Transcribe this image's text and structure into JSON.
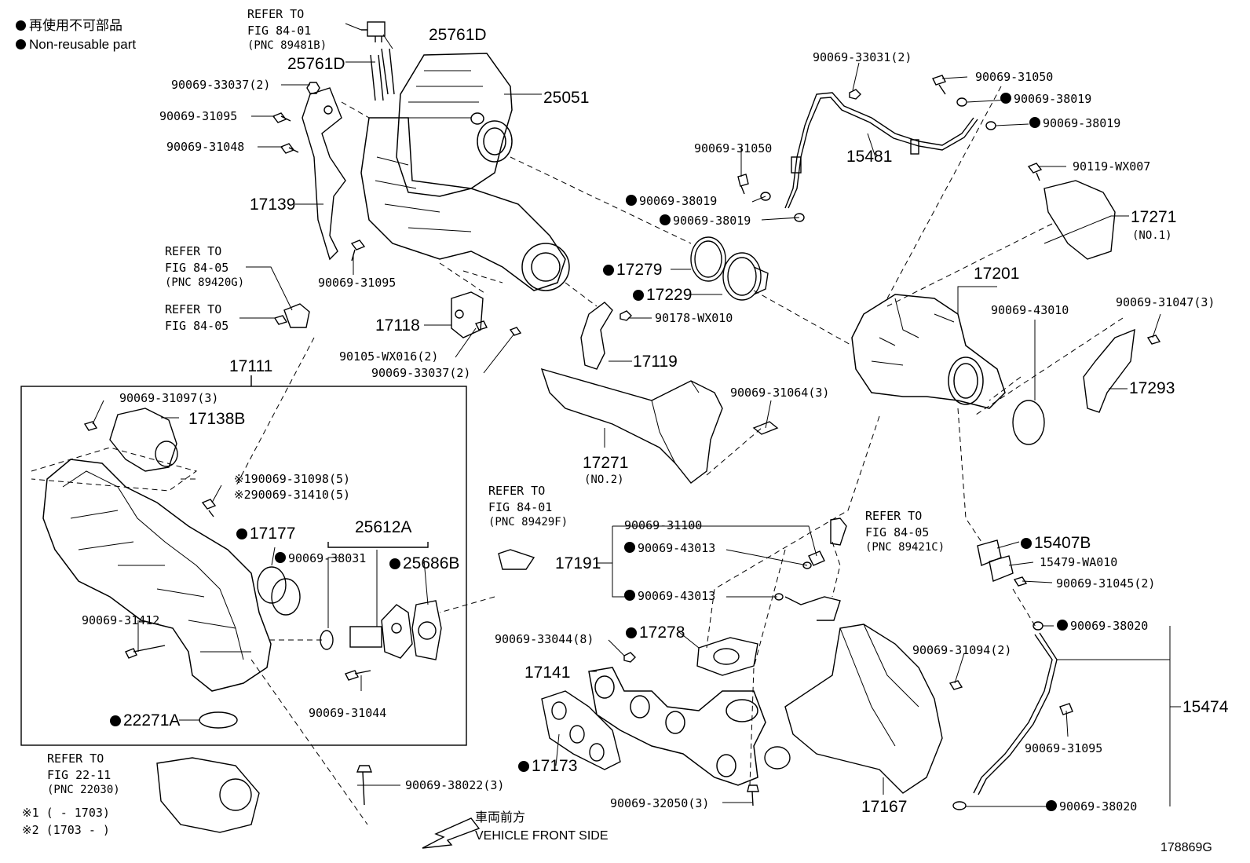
{
  "legend": {
    "items": [
      {
        "text": "再使用不可部品"
      },
      {
        "text": "Non-reusable part"
      }
    ]
  },
  "refs": {
    "r1": {
      "line1": "REFER TO",
      "line2": "FIG 84-01",
      "line3": "(PNC 89481B)"
    },
    "r2": {
      "line1": "REFER TO",
      "line2": "FIG 84-05",
      "line3": "(PNC 89420G)"
    },
    "r3": {
      "line1": "REFER TO",
      "line2": "FIG 84-05"
    },
    "r4": {
      "line1": "REFER TO",
      "line2": "FIG 84-01",
      "line3": "(PNC 89429F)"
    },
    "r5": {
      "line1": "REFER TO",
      "line2": "FIG 84-05",
      "line3": "(PNC 89421C)"
    },
    "r6": {
      "line1": "REFER TO",
      "line2": "FIG 22-11",
      "line3": "(PNC 22030)"
    }
  },
  "parts": {
    "p25761D_a": "25761D",
    "p25761D_b": "25761D",
    "p25051": "25051",
    "p90069_33037_a": "90069-33037(2)",
    "p90069_31095_a": "90069-31095",
    "p90069_31048": "90069-31048",
    "p17139": "17139",
    "p90069_31095_b": "90069-31095",
    "p17118": "17118",
    "p90105_WX016": "90105-WX016(2)",
    "p90069_33037_b": "90069-33037(2)",
    "p17111": "17111",
    "p90069_31097": "90069-31097(3)",
    "p17138B": "17138B",
    "p90069_31098": "※190069-31098(5)",
    "p90069_31410": "※290069-31410(5)",
    "p17177": "17177",
    "p25612A": "25612A",
    "p90069_38031": "90069-38031",
    "p25686B": "25686B",
    "p90069_31412": "90069-31412",
    "p90069_31044": "90069-31044",
    "p22271A": "22271A",
    "p90069_38022": "90069-38022(3)",
    "p90069_33031": "90069-33031(2)",
    "p90069_31050_a": "90069-31050",
    "p90069_38019_a": "90069-38019",
    "p90069_38019_b": "90069-38019",
    "p15481": "15481",
    "p90069_31050_b": "90069-31050",
    "p90069_38019_c": "90069-38019",
    "p90069_38019_d": "90069-38019",
    "p90119_WX007": "90119-WX007",
    "p17271_a": "17271",
    "p17271_a_sub": "(NO.1)",
    "p17279": "17279",
    "p17229": "17229",
    "p90178_WX010": "90178-WX010",
    "p17201": "17201",
    "p90069_43010": "90069-43010",
    "p90069_31047": "90069-31047(3)",
    "p17293": "17293",
    "p17119": "17119",
    "p90069_31064": "90069-31064(3)",
    "p17271_b": "17271",
    "p17271_b_sub": "(NO.2)",
    "p90069_31100": "90069-31100",
    "p90069_43013_a": "90069-43013",
    "p17191": "17191",
    "p90069_43013_b": "90069-43013",
    "p15407B": "15407B",
    "p15479_WA010": "15479-WA010",
    "p90069_31045": "90069-31045(2)",
    "p90069_33044": "90069-33044(8)",
    "p17278": "17278",
    "p17141": "17141",
    "p17173": "17173",
    "p90069_32050": "90069-32050(3)",
    "p90069_31094": "90069-31094(2)",
    "p17167": "17167",
    "p90069_38020_a": "90069-38020",
    "p15474": "15474",
    "p90069_31095_c": "90069-31095",
    "p90069_38020_b": "90069-38020"
  },
  "notes": {
    "n1": "※1 (      - 1703)",
    "n2": "※2 (1703  -      )"
  },
  "direction": {
    "jp": "車両前方",
    "en": "VEHICLE FRONT SIDE"
  },
  "figure_id": "178869G"
}
